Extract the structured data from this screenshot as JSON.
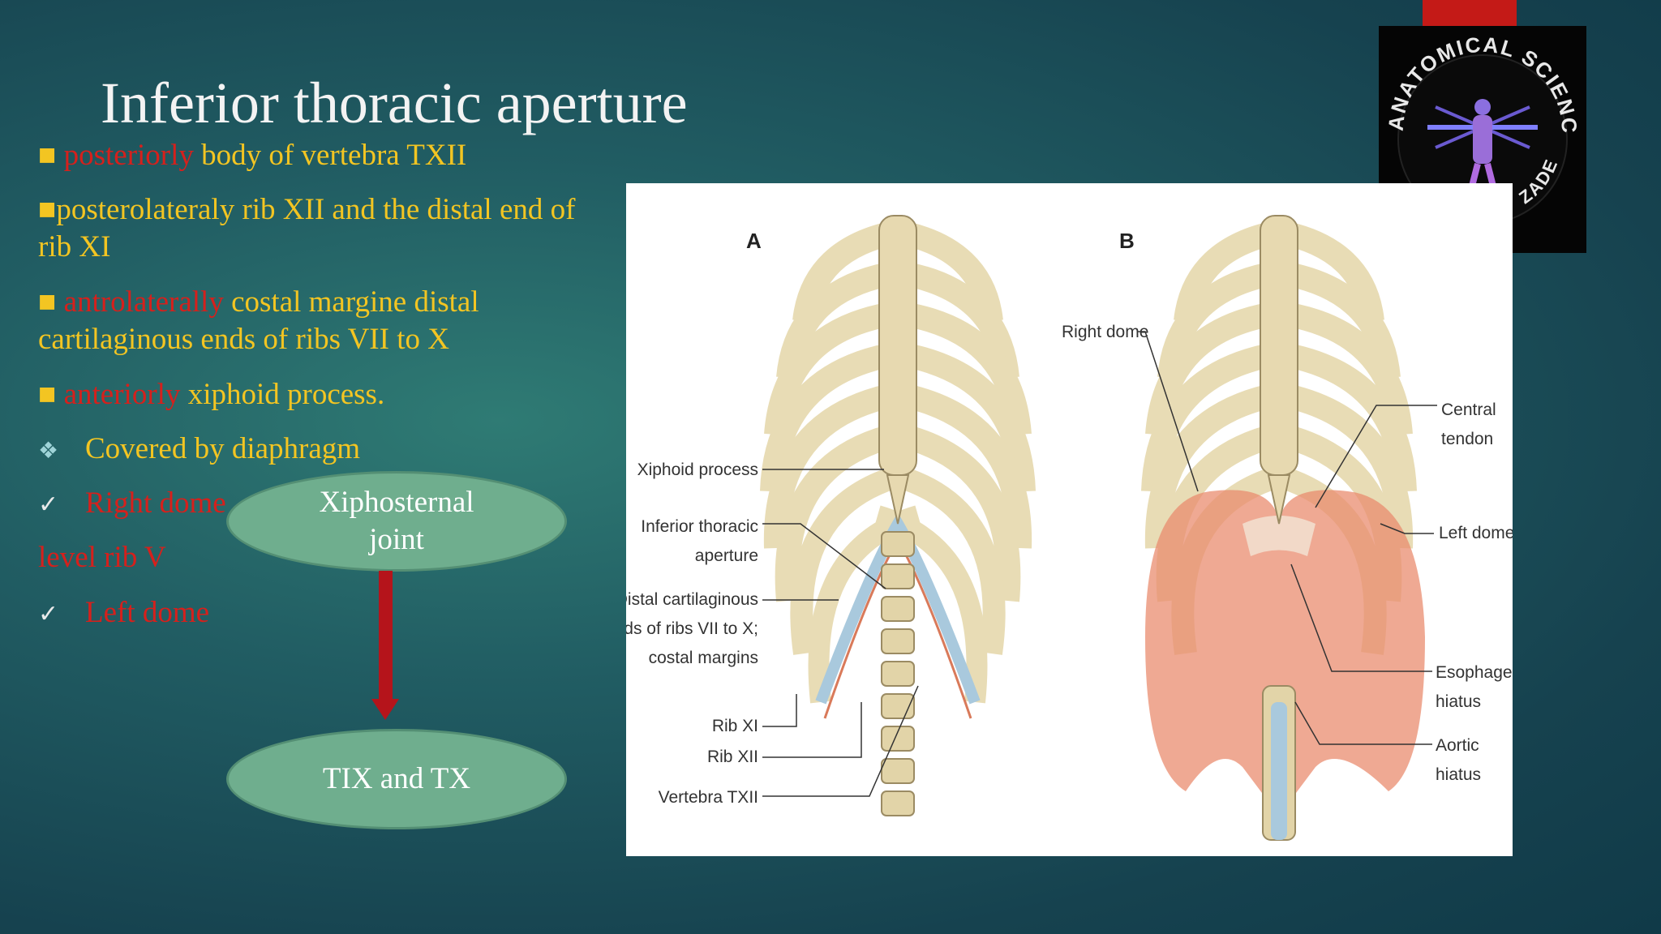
{
  "slide": {
    "title": "Inferior thoracic aperture",
    "bullets": [
      {
        "marker": "■ ",
        "label": "posteriorly",
        "text": " body of vertebra TXII"
      },
      {
        "marker": "■",
        "text": "posterolateraly rib XII and the distal end of",
        "continuation": "rib XI"
      },
      {
        "marker": "■ ",
        "label": "antrolaterally",
        "text": " costal margine distal",
        "continuation": "cartilaginous ends of ribs VII to X"
      },
      {
        "marker": "■ ",
        "label": "anteriorly",
        "text": " xiphoid process."
      }
    ],
    "covered": {
      "marker": "❖",
      "text": "Covered by diaphragm"
    },
    "right_dome": {
      "marker": "✓",
      "text": "Right dome",
      "level": "level rib V"
    },
    "left_dome": {
      "marker": "✓",
      "text": "Left dome"
    }
  },
  "flow": {
    "top": "Xiphosternal joint",
    "bottom": "TIX and TX"
  },
  "logo": {
    "arc_text": "ANATOMICAL SCIENCE",
    "bottom_text": "ZADEH"
  },
  "figure": {
    "panel_a": "A",
    "panel_b": "B",
    "labels_a": {
      "xiphoid": "Xiphoid process",
      "ita_1": "Inferior thoracic",
      "ita_2": "aperture",
      "dist_1": "Distal cartilaginous",
      "dist_2": "ends of ribs VII to X;",
      "dist_3": "costal margins",
      "rib11": "Rib XI",
      "rib12": "Rib XII",
      "vert": "Vertebra TXII"
    },
    "labels_b": {
      "right_dome": "Right dome",
      "central_1": "Central",
      "central_2": "tendon",
      "left_dome": "Left dome",
      "eso_1": "Esophageal",
      "eso_2": "hiatus",
      "aortic_1": "Aortic",
      "aortic_2": "hiatus"
    }
  },
  "colors": {
    "background": "#1a4d58",
    "text_yellow": "#f3c522",
    "text_red": "#d6201c",
    "ellipse": "#6fae8e",
    "arrow": "#b5141b",
    "accent_bar": "#c41a17"
  }
}
